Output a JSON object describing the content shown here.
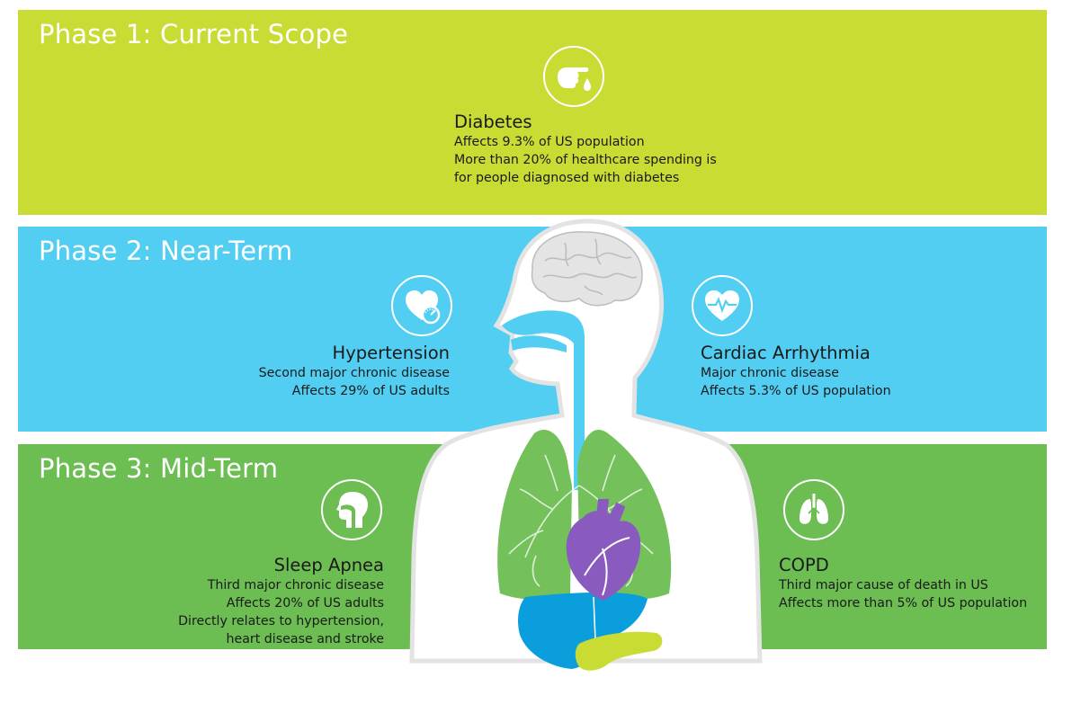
{
  "colors": {
    "phase1": "#c9dc33",
    "phase2": "#52cef2",
    "phase3": "#6cbd52",
    "lungs": "#74c15b",
    "airway": "#52cef2",
    "heart": "#8a5bbf",
    "liver": "#0a9fdc",
    "pancreas": "#c9dc33",
    "brain": "#e4e4e4"
  },
  "phases": [
    {
      "title": "Phase 1: Current Scope",
      "icon": "finger-blood-drop-icon",
      "conditions": [
        {
          "name": "Diabetes",
          "lines": [
            "Affects 9.3% of US population",
            "More than 20% of healthcare spending is",
            "for people diagnosed with diabetes"
          ]
        }
      ]
    },
    {
      "title": "Phase 2: Near-Term",
      "conditions": [
        {
          "name": "Hypertension",
          "icon": "heart-gauge-icon",
          "lines": [
            "Second major chronic disease",
            "Affects 29% of US adults"
          ]
        },
        {
          "name": "Cardiac Arrhythmia",
          "icon": "heart-pulse-icon",
          "lines": [
            "Major chronic disease",
            "Affects 5.3% of US population"
          ]
        }
      ]
    },
    {
      "title": "Phase 3: Mid-Term",
      "conditions": [
        {
          "name": "Sleep Apnea",
          "icon": "head-airway-icon",
          "lines": [
            "Third major chronic disease",
            "Affects 20% of US adults",
            "Directly relates to hypertension,",
            "heart disease and stroke"
          ]
        },
        {
          "name": "COPD",
          "icon": "lungs-icon",
          "lines": [
            "Third major cause of death in US",
            "Affects more than 5% of US population"
          ]
        }
      ]
    }
  ]
}
